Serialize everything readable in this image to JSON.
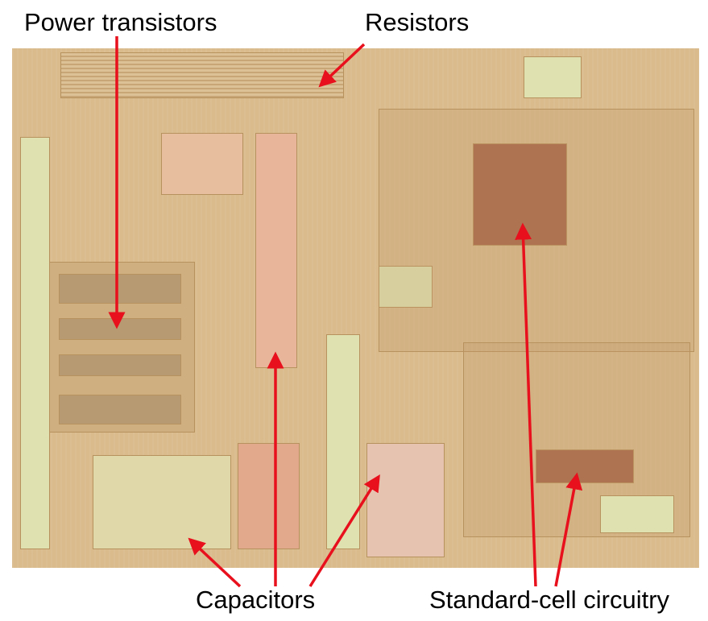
{
  "labels": {
    "power_transistors": "Power transistors",
    "resistors": "Resistors",
    "capacitors": "Capacitors",
    "standard_cell": "Standard-cell circuitry"
  },
  "colors": {
    "arrow": "#e8101c",
    "die": "#d9bb8c",
    "standard_cell": "#a8684a",
    "capacitor": "#e8b59a",
    "green_region": "#dfe2b0"
  }
}
